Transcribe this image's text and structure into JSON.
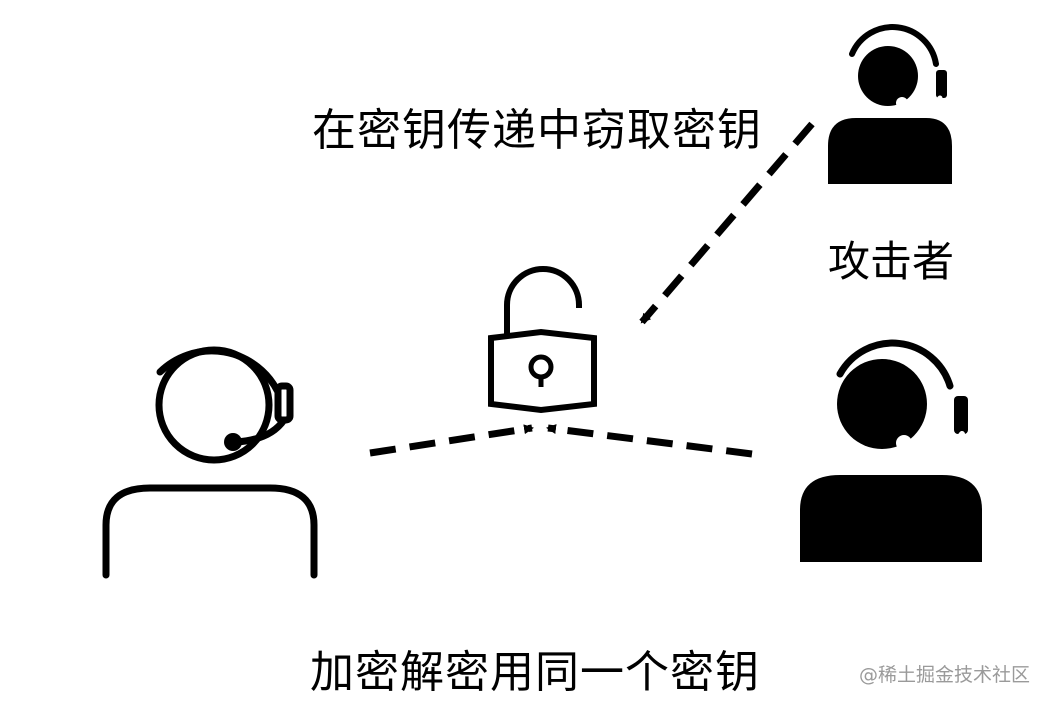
{
  "captions": {
    "top": "在密钥传递中窃取密钥",
    "attacker": "攻击者",
    "bottom": "加密解密用同一个密钥"
  },
  "watermark": "@稀土掘金技术社区",
  "icons": {
    "left_person": "headset-user-outline-icon",
    "right_person": "headset-user-solid-icon",
    "attacker": "headset-attacker-solid-icon",
    "lock": "open-padlock-icon"
  },
  "colors": {
    "ink": "#000000",
    "watermark": "#9a9a9a"
  }
}
